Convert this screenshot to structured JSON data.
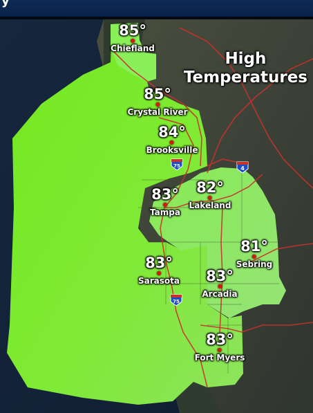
{
  "header": {
    "text": "y"
  },
  "map": {
    "title_line1": "High",
    "title_line2": "Temperatures",
    "colors": {
      "ocean": "#14243a",
      "forecast_zone": "#7fea2c",
      "forecast_zone_light": "#86e94e",
      "land_dark": "#3a3f34",
      "roads": "#c8322d",
      "dot": "#d21b0f"
    },
    "icons": [
      "interstate-75-shield",
      "interstate-4-shield"
    ],
    "interstates": [
      "75",
      "4"
    ],
    "cities": [
      {
        "id": "chiefland",
        "name": "Chiefland",
        "temp": "85°"
      },
      {
        "id": "crystal-river",
        "name": "Crystal River",
        "temp": "85°"
      },
      {
        "id": "brooksville",
        "name": "Brooksville",
        "temp": "84°"
      },
      {
        "id": "tampa",
        "name": "Tampa",
        "temp": "83°"
      },
      {
        "id": "lakeland",
        "name": "Lakeland",
        "temp": "82°"
      },
      {
        "id": "sebring",
        "name": "Sebring",
        "temp": "81°"
      },
      {
        "id": "sarasota",
        "name": "Sarasota",
        "temp": "83°"
      },
      {
        "id": "arcadia",
        "name": "Arcadia",
        "temp": "83°"
      },
      {
        "id": "fort-myers",
        "name": "Fort Myers",
        "temp": "83°"
      }
    ]
  }
}
